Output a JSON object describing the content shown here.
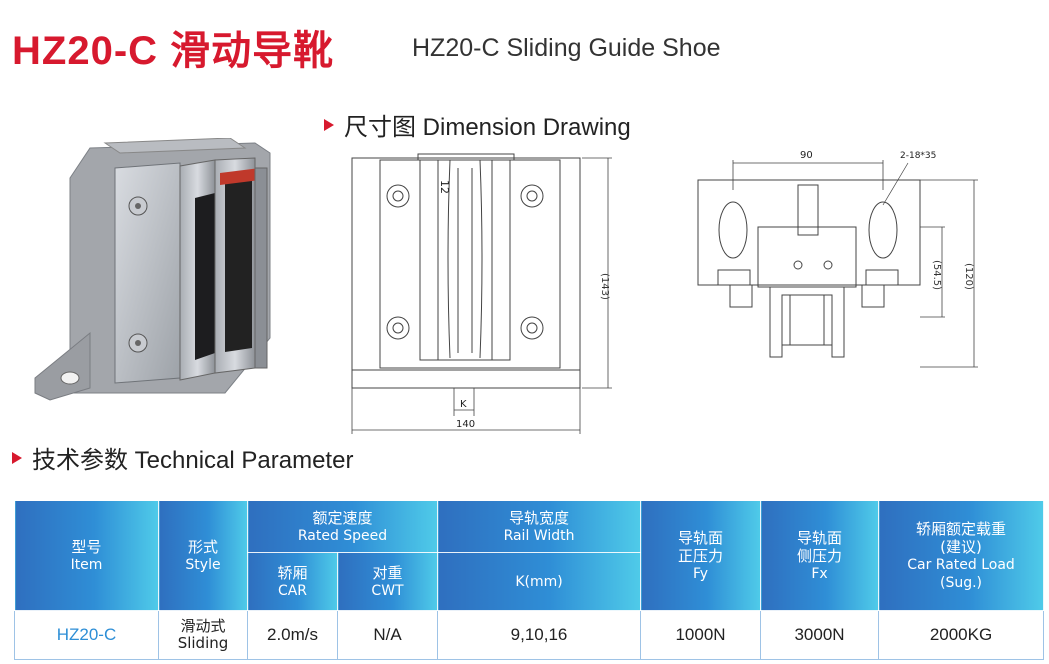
{
  "title": {
    "main": "HZ20-C 滑动导靴",
    "sub": "HZ20-C Sliding Guide Shoe"
  },
  "sections": {
    "dimension": "尺寸图 Dimension Drawing",
    "technical": "技术参数 Technical Parameter"
  },
  "drawing": {
    "front": {
      "label_12": "12",
      "dim_143": "(143)",
      "dim_k": "K",
      "dim_140": "140"
    },
    "side": {
      "dim_90": "90",
      "dim_slot": "2-18*35",
      "dim_545": "(54.5)",
      "dim_120": "(120)"
    }
  },
  "table": {
    "headers": {
      "item_cn": "型号",
      "item_en": "Item",
      "style_cn": "形式",
      "style_en": "Style",
      "speed_cn": "额定速度",
      "speed_en": "Rated Speed",
      "car_cn": "轿厢",
      "car_en": "CAR",
      "cwt_cn": "对重",
      "cwt_en": "CWT",
      "rail_cn": "导轨宽度",
      "rail_en": "Rail Width",
      "kmm": "K(mm)",
      "fy_cn1": "导轨面",
      "fy_cn2": "正压力",
      "fy_en": "Fy",
      "fx_cn1": "导轨面",
      "fx_cn2": "侧压力",
      "fx_en": "Fx",
      "load_cn1": "轿厢额定载重",
      "load_cn2": "(建议)",
      "load_en1": "Car Rated Load",
      "load_en2": "(Sug.)"
    },
    "row": {
      "item": "HZ20-C",
      "style_cn": "滑动式",
      "style_en": "Sliding",
      "car": "2.0m/s",
      "cwt": "N/A",
      "k": "9,10,16",
      "fy": "1000N",
      "fx": "3000N",
      "load": "2000KG"
    }
  },
  "colors": {
    "brand_red": "#d7192e",
    "header_blue_start": "#2f6fbf",
    "header_blue_end": "#4fcbe9",
    "model_blue": "#2d8ed6"
  }
}
